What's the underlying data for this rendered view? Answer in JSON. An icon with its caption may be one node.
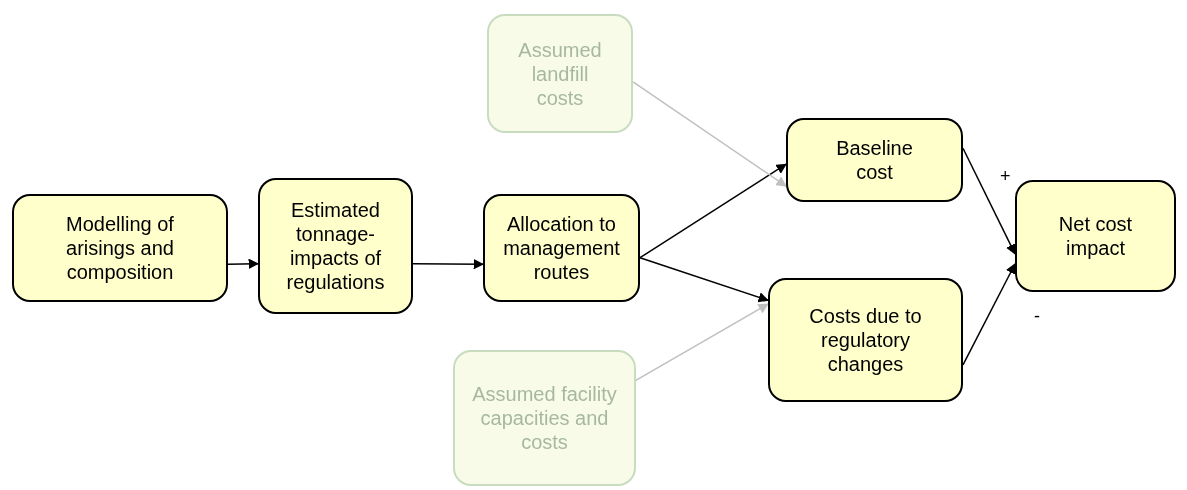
{
  "diagram": {
    "nodes": [
      {
        "text": [
          "Modelling of arisings and composition"
        ]
      },
      {
        "text": [
          "Estimated tonnage-impacts of regulations"
        ]
      },
      {
        "text": [
          "Allocation to management routes"
        ]
      },
      {
        "text": [
          "Assumed landfill costs"
        ]
      },
      {
        "text": [
          "Baseline cost"
        ]
      },
      {
        "text": [
          "Net cost impact"
        ]
      },
      {
        "text": [
          "Costs due to regulatory changes"
        ]
      },
      {
        "text": [
          "Assumed facility capacities and costs"
        ]
      }
    ],
    "edges": [
      {
        "from": 0,
        "to": 1,
        "arrow": "to"
      },
      {
        "from": 1,
        "to": 2,
        "arrow": "to"
      },
      {
        "from": 2,
        "to": 4,
        "arrow": "to"
      },
      {
        "from": 2,
        "to": 6,
        "arrow": "to"
      },
      {
        "from": 3,
        "to": 4,
        "arrow": "to",
        "color": "#c0c0c0"
      },
      {
        "from": 7,
        "to": 6,
        "arrow": "to",
        "color": "#c0c0c0"
      },
      {
        "from": 4,
        "to": 5,
        "arrow": "to",
        "label": "+"
      },
      {
        "from": 6,
        "to": 5,
        "arrow": "to",
        "label": "-"
      }
    ]
  }
}
